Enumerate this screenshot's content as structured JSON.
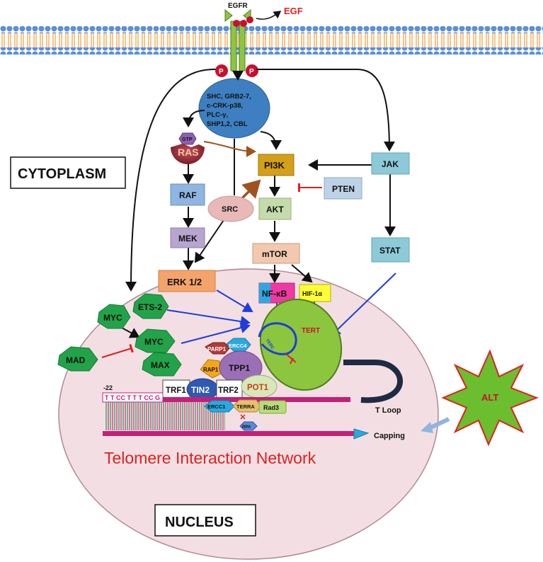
{
  "membrane": {
    "receptor": "EGFR",
    "ligand": "EGF",
    "phospho": "P"
  },
  "adaptor": [
    "SHC, GRB2-7,",
    "c-CRK-p38,",
    "PLC-γ,",
    "SHP1,2, CBL"
  ],
  "nodes": {
    "gtp": "GTP",
    "ras": "RAS",
    "raf": "RAF",
    "mek": "MEK",
    "erk": "ERK 1/2",
    "src": "SRC",
    "pi3k": "PI3K",
    "pten": "PTEN",
    "akt": "AKT",
    "mtor": "mTOR",
    "nfkb": "NF-κB",
    "hif": "HIF-1α",
    "jak": "JAK",
    "stat": "STAT",
    "myc1": "MYC",
    "ets2": "ETS-2",
    "myc2": "MYC",
    "max": "MAX",
    "mad": "MAD"
  },
  "telomere": {
    "parp1": "PARP1",
    "ercc4": "ERCC4",
    "rap1": "RAP1",
    "tpp1": "TPP1",
    "trf1": "TRF1",
    "tin2": "TIN2",
    "trf2": "TRF2",
    "pot1": "POT1",
    "terc": "TERC",
    "tert": "TERT",
    "ercc1": "ERCC1",
    "terra": "TERRA",
    "rad3": "Rad3",
    "rpa": "RPA",
    "seq": "T T CC T T T CC G",
    "pos": "-22",
    "tloop": "T Loop",
    "capping": "Capping",
    "network": "Telomere Interaction Network"
  },
  "alt": "ALT",
  "regions": {
    "cytoplasm": "CYTOPLASM",
    "nucleus": "NUCLEUS"
  },
  "colors": {
    "membrane_head": "#5b8fd6",
    "membrane_tail": "#f0a64a",
    "nucleus_fill": "#f3dfe3",
    "kinase_blue": "#8fb5e0",
    "akt_green": "#c4dcac",
    "pi3k_gold": "#d4a017",
    "myc_green": "#22a34a",
    "tert_green": "#8cc63f",
    "alt_green": "#6bbe2e",
    "network_red": "#e02020",
    "dna_magenta": "#c2207a"
  }
}
